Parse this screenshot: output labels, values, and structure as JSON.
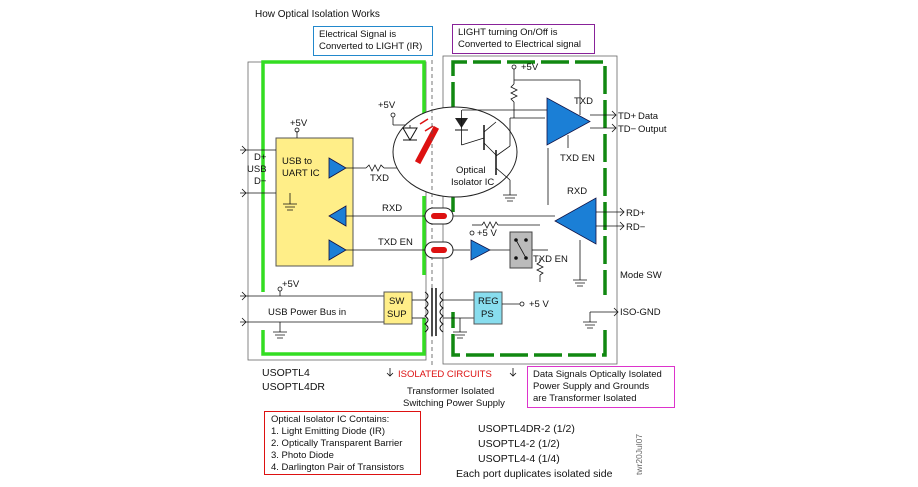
{
  "title": "How Optical Isolation Works",
  "callouts": {
    "electrical_to_light": [
      "Electrical Signal is",
      "Converted to LIGHT (IR)"
    ],
    "light_to_electrical": [
      "LIGHT turning On/Off is",
      "Converted to Electrical signal"
    ],
    "data_isolated": [
      "Data Signals Optically Isolated",
      "Power Supply and Grounds",
      "are Transformer Isolated"
    ]
  },
  "optical_ic": {
    "heading": "Optical Isolator IC Contains:",
    "items": [
      "1. Light Emitting Diode (IR)",
      "2. Optically Transparent  Barrier",
      "3. Photo Diode",
      "4. Darlington Pair of Transistors"
    ]
  },
  "labels": {
    "plus5v": "+5V",
    "plus5v_spaced": "+5 V",
    "d_plus": "D+",
    "usb": "USB",
    "d_minus": "D−",
    "usb_uart_1": "USB to",
    "usb_uart_2": "UART IC",
    "txd": "TXD",
    "rxd": "RXD",
    "txd_en": "TXD EN",
    "optical_isolator_1": "Optical",
    "optical_isolator_2": "Isolator IC",
    "td_plus": "TD+",
    "td_minus": "TD−",
    "data": "Data",
    "output": "Output",
    "rd_plus": "RD+",
    "rd_minus": "RD−",
    "mode_sw": "Mode SW",
    "iso_gnd": "ISO-GND",
    "usb_power_bus": "USB Power Bus in",
    "sw": "SW",
    "sup": "SUP",
    "reg": "REG",
    "ps": "PS",
    "isolated_circuits": "ISOLATED CIRCUITS",
    "transformer_isolated": "Transformer Isolated",
    "switching_power_supply": "Switching  Power Supply",
    "model_1": "USOPTL4",
    "model_2": "USOPTL4DR",
    "variant_1": "USOPTL4DR-2 (1/2)",
    "variant_2": "USOPTL4-2 (1/2)",
    "variant_3": "USOPTL4-4 (1/4)",
    "each_port": "Each port duplicates isolated side",
    "signature": "twr20Jul07"
  },
  "colors": {
    "border_green_light": "#33dd22",
    "border_green_dark": "#118811",
    "opamp_blue": "#1b7fd6",
    "ic_yellow": "#ffee88",
    "reg_cyan": "#88ddee",
    "callout_blue": "#2288cc",
    "callout_purple": "#882299",
    "callout_red": "#dd1111",
    "callout_magenta": "#dd33cc",
    "isolated_red": "#dd1111"
  }
}
